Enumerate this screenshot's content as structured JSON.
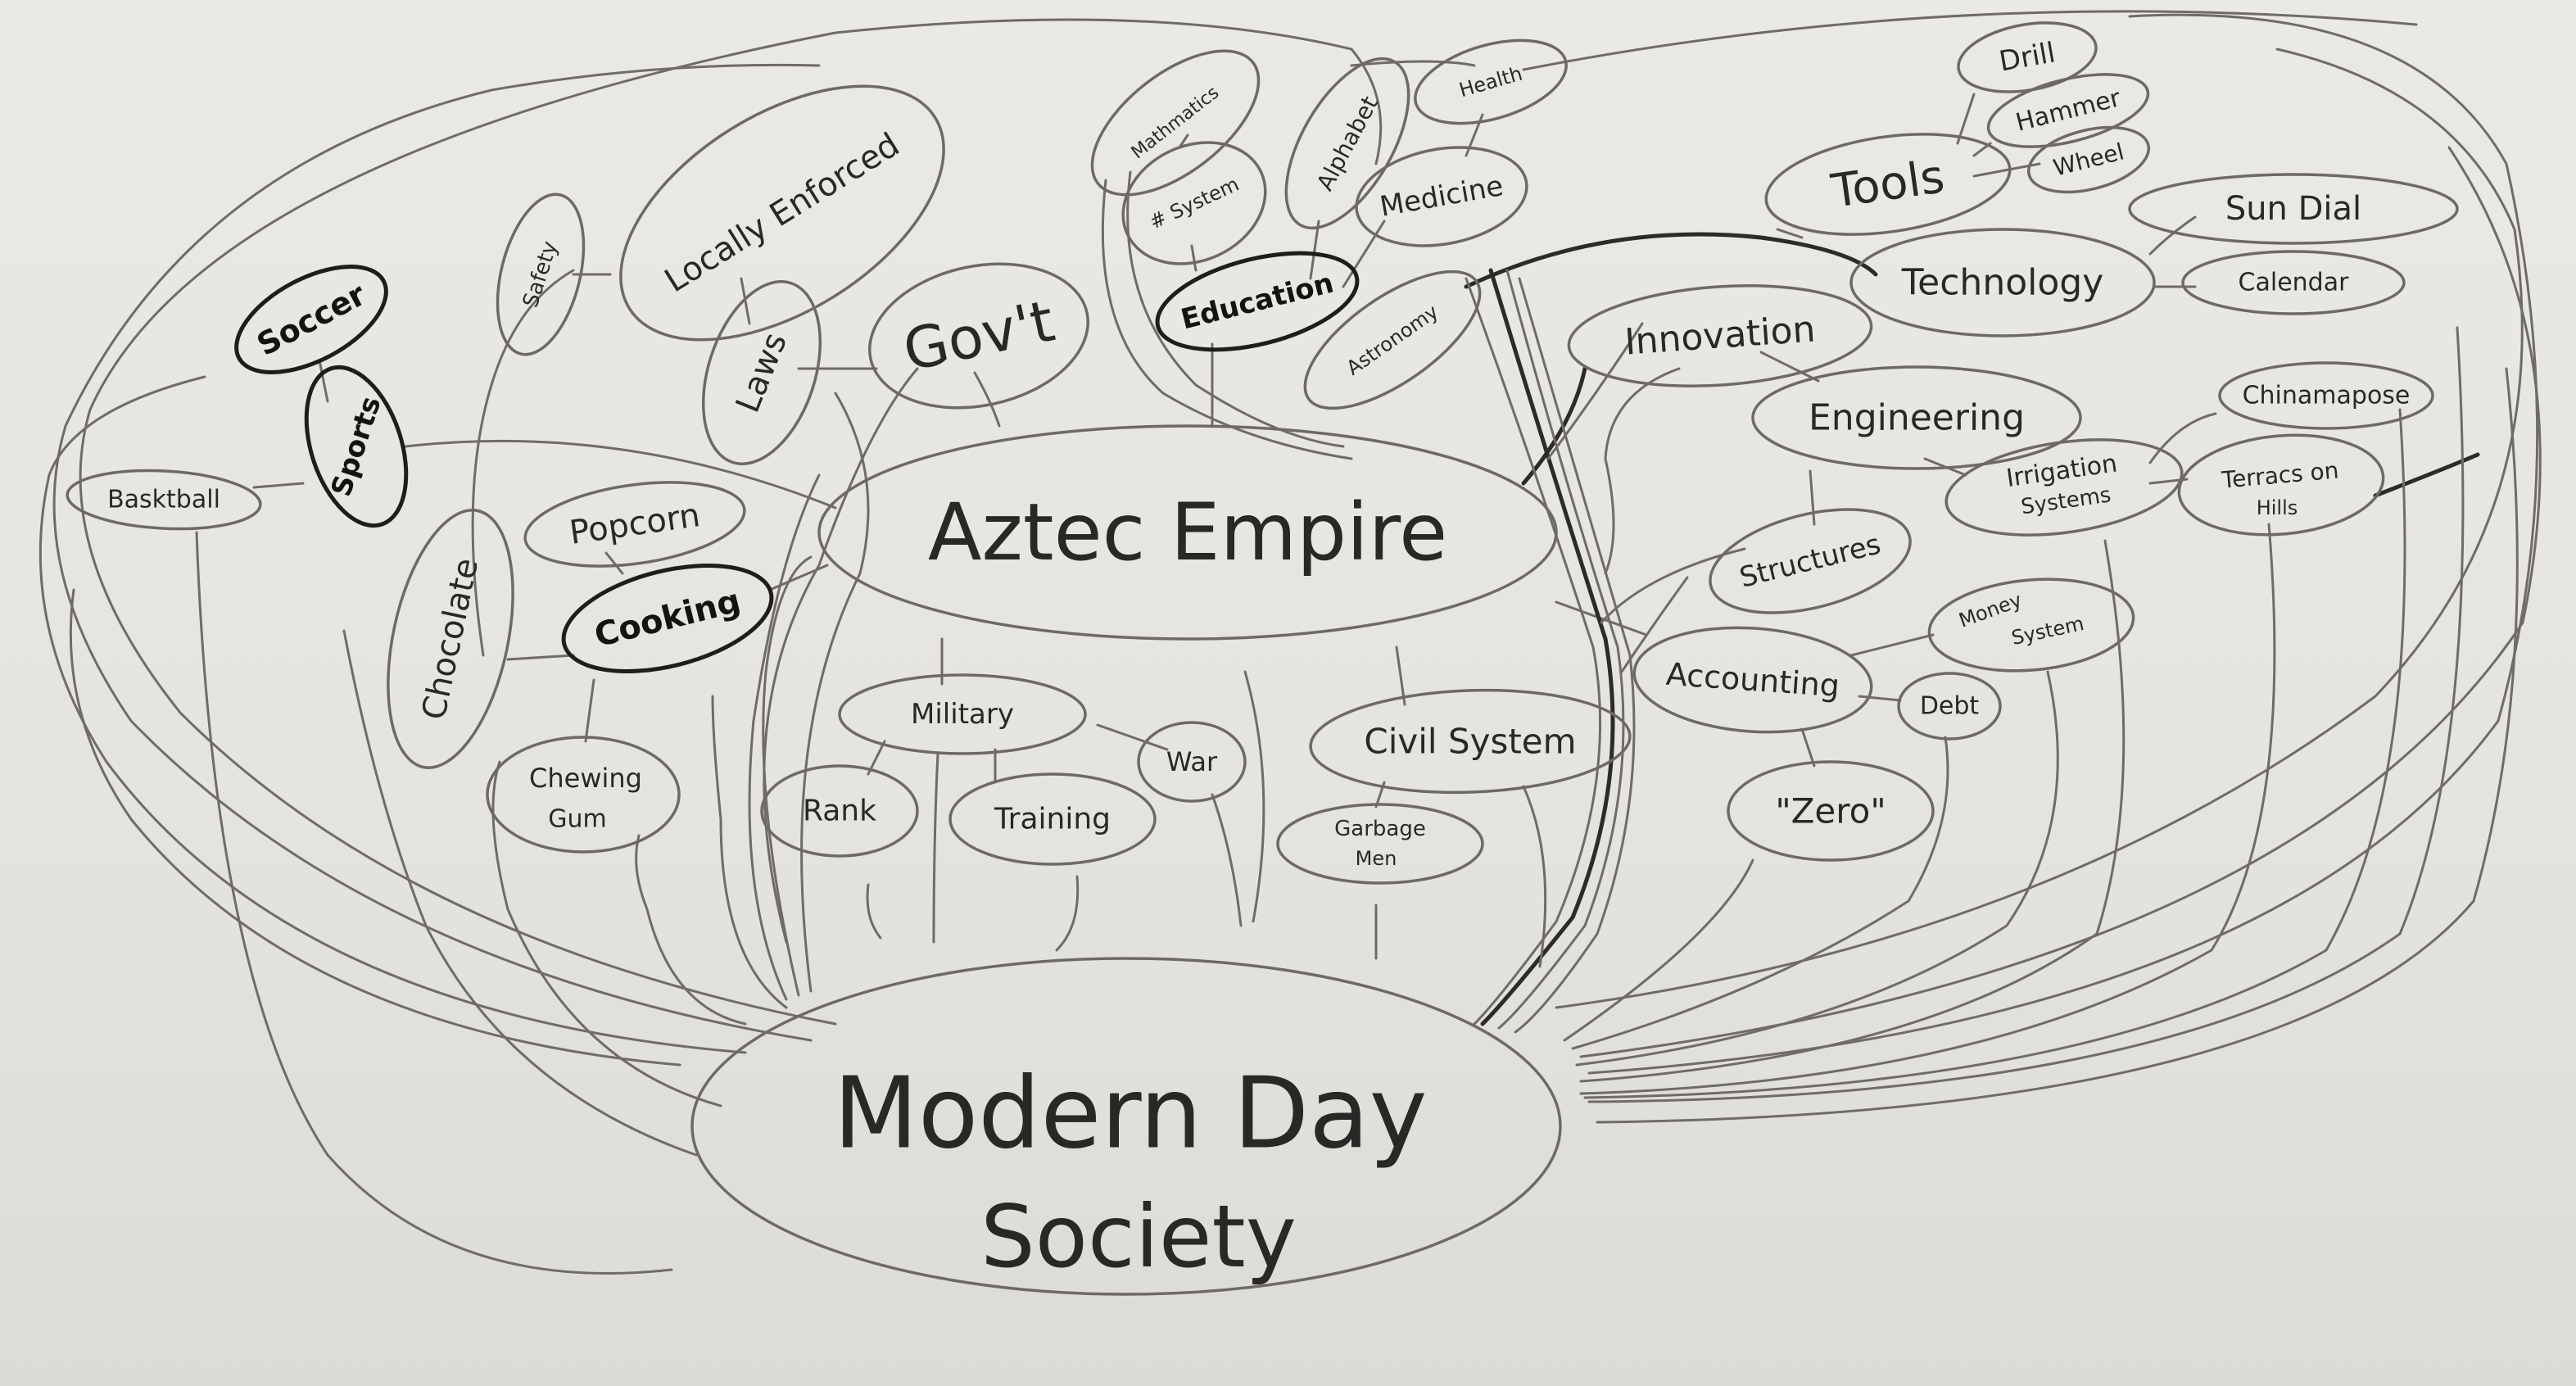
{
  "diagram": {
    "center": "Aztec Empire",
    "bottom": {
      "line1": "Modern Day",
      "line2": "Society"
    },
    "nodes": {
      "soccer": "Soccer",
      "sports": "Sports",
      "basketball": "Basktball",
      "safety": "Safety",
      "locally_enforced": "Locally Enforced",
      "laws": "Laws",
      "govt": "Gov't",
      "mathematics": "Mathmatics",
      "number_system": "# System",
      "alphabet": "Alphabet",
      "health": "Health",
      "medicine": "Medicine",
      "education": "Education",
      "astronomy": "Astronomy",
      "drill": "Drill",
      "hammer": "Hammer",
      "wheel": "Wheel",
      "tools": "Tools",
      "sun_dial": "Sun Dial",
      "technology": "Technology",
      "calendar": "Calendar",
      "innovation": "Innovation",
      "engineering": "Engineering",
      "chinamapose": "Chinamapose",
      "irrigation": {
        "line1": "Irrigation",
        "line2": "Systems"
      },
      "terraces": {
        "line1": "Terracs on",
        "line2": "Hills"
      },
      "structures": "Structures",
      "chocolate": "Chocolate",
      "popcorn": "Popcorn",
      "cooking": "Cooking",
      "chewing_gum": {
        "line1": "Chewing",
        "line2": "Gum"
      },
      "military": "Military",
      "war": "War",
      "rank": "Rank",
      "training": "Training",
      "civil_system": "Civil System",
      "garbage_men": {
        "line1": "Garbage",
        "line2": "Men"
      },
      "money_system": {
        "line1": "Money",
        "line2": "System"
      },
      "accounting": "Accounting",
      "debt": "Debt",
      "zero": "\"Zero\""
    }
  }
}
